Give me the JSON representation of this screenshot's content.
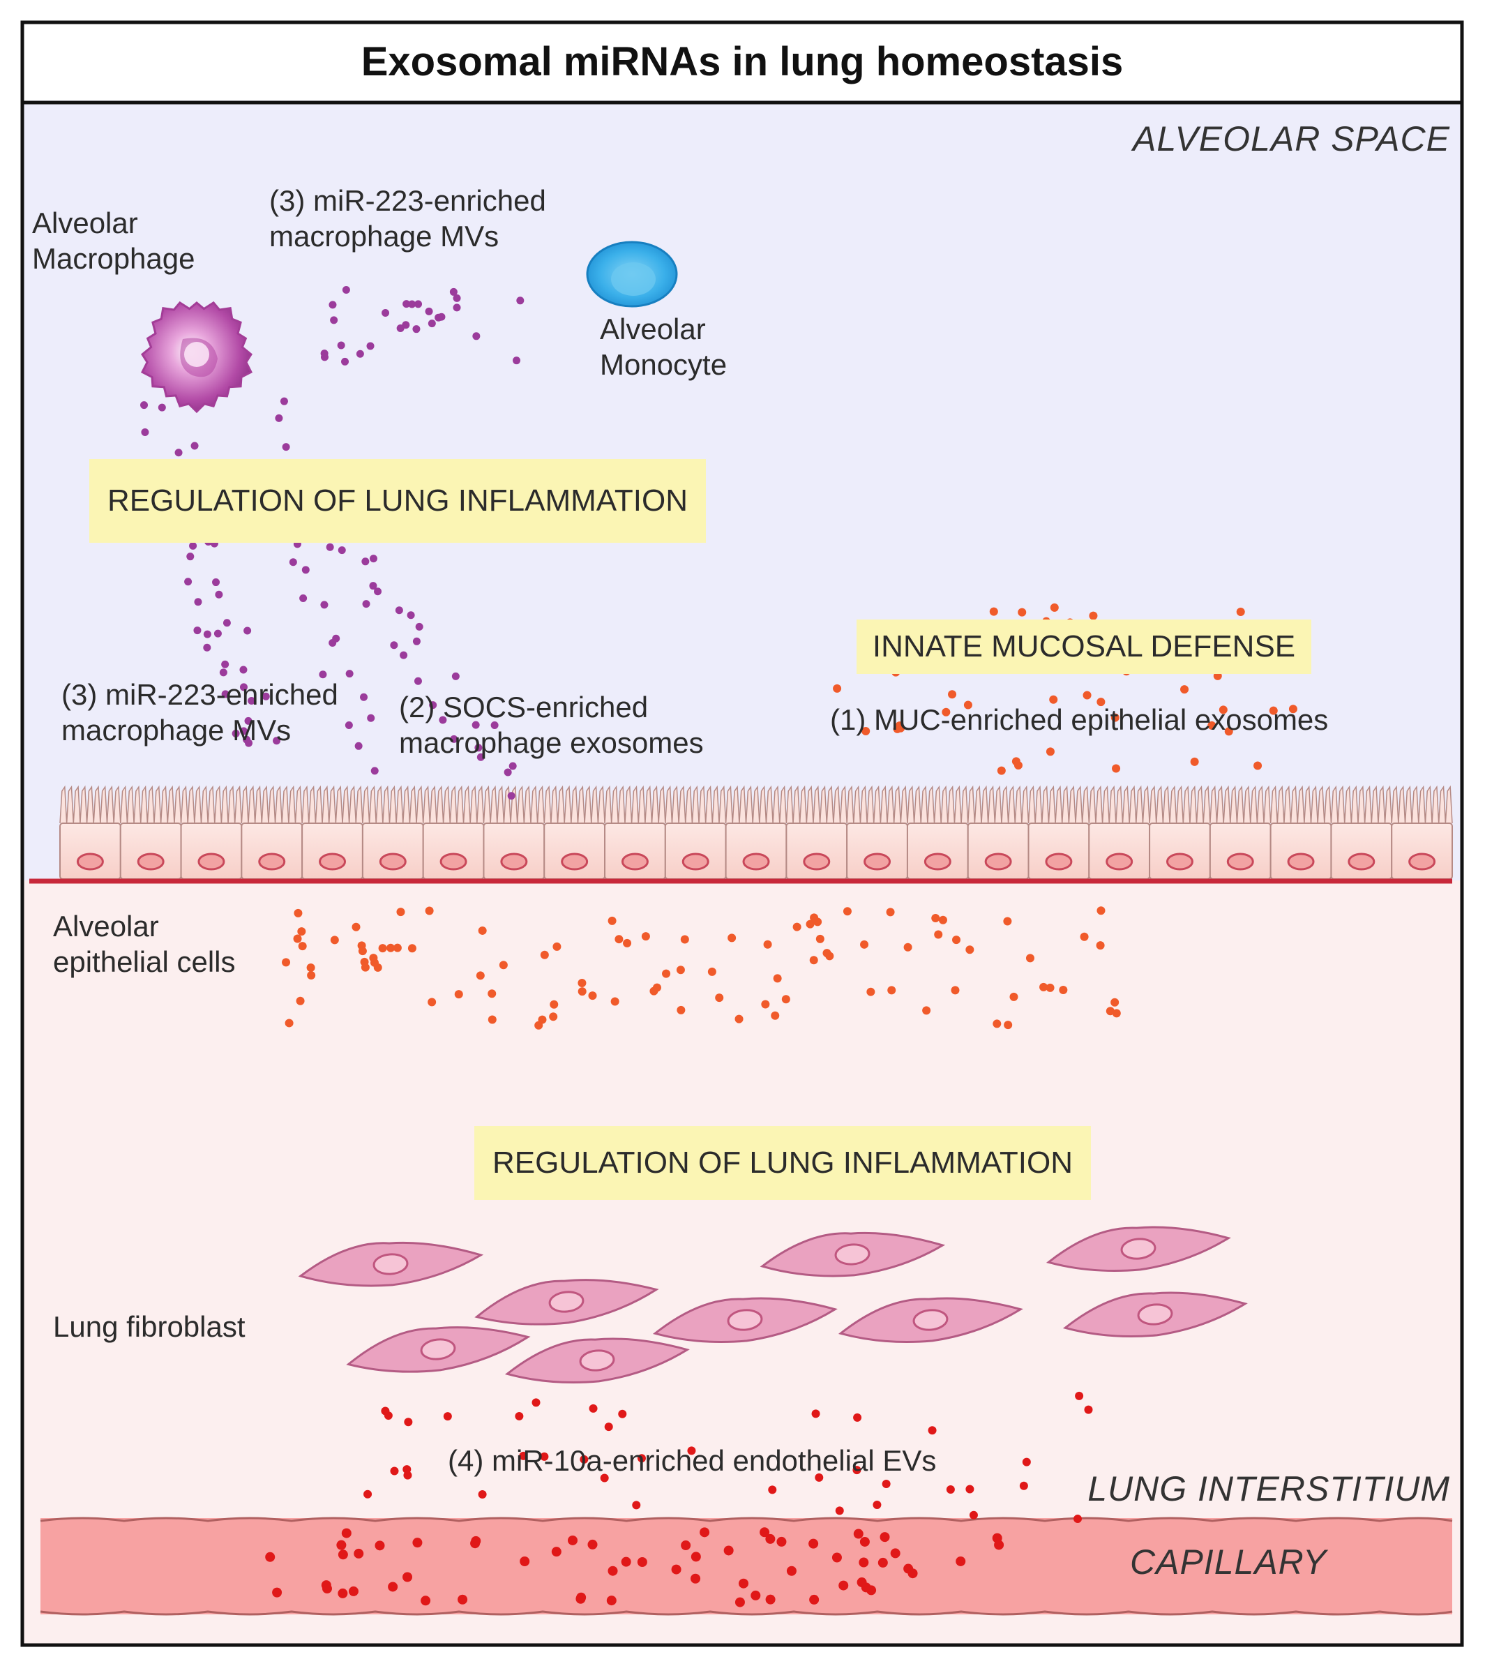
{
  "title": "Exosomal miRNAs in lung homeostasis",
  "regions": {
    "alveolar_space": "ALVEOLAR SPACE",
    "lung_interstitium": "LUNG INTERSTITIUM",
    "capillary": "CAPILLARY"
  },
  "cells": {
    "alveolar_macrophage": [
      "Alveolar",
      "Macrophage"
    ],
    "alveolar_monocyte": [
      "Alveolar",
      "Monocyte"
    ],
    "alveolar_epithelial_cells": [
      "Alveolar",
      "epithelial cells"
    ],
    "lung_fibroblast": "Lung fibroblast"
  },
  "vesicles": {
    "mvs_top": [
      "(3) miR-223-enriched",
      "macrophage MVs"
    ],
    "mvs_bottom": [
      "(3) miR-223-enriched",
      "macrophage MVs"
    ],
    "socs": [
      "(2) SOCS-enriched",
      "macrophage exosomes"
    ],
    "muc": "(1) MUC-enriched epithelial exosomes",
    "mir10a": "(4) miR-10a-enriched endothelial EVs"
  },
  "functions": {
    "inflammation_top": "REGULATION OF LUNG INFLAMMATION",
    "mucosal_defense": "INNATE MUCOSAL DEFENSE",
    "inflammation_bottom": "REGULATION OF LUNG INFLAMMATION"
  },
  "colors": {
    "alveolar_bg": "#ededfb",
    "interstitium_bg": "#fcefef",
    "capillary": "#f7a2a2",
    "basement_line": "#c8283a",
    "highlight": "#fbf5b4",
    "macrophage_dots": "#9b3b9b",
    "epithelial_dots": "#f05a2a",
    "endothelial_dots": "#e01818",
    "monocyte": "#2ea9e6",
    "fibroblast": "#eaa2c0"
  }
}
